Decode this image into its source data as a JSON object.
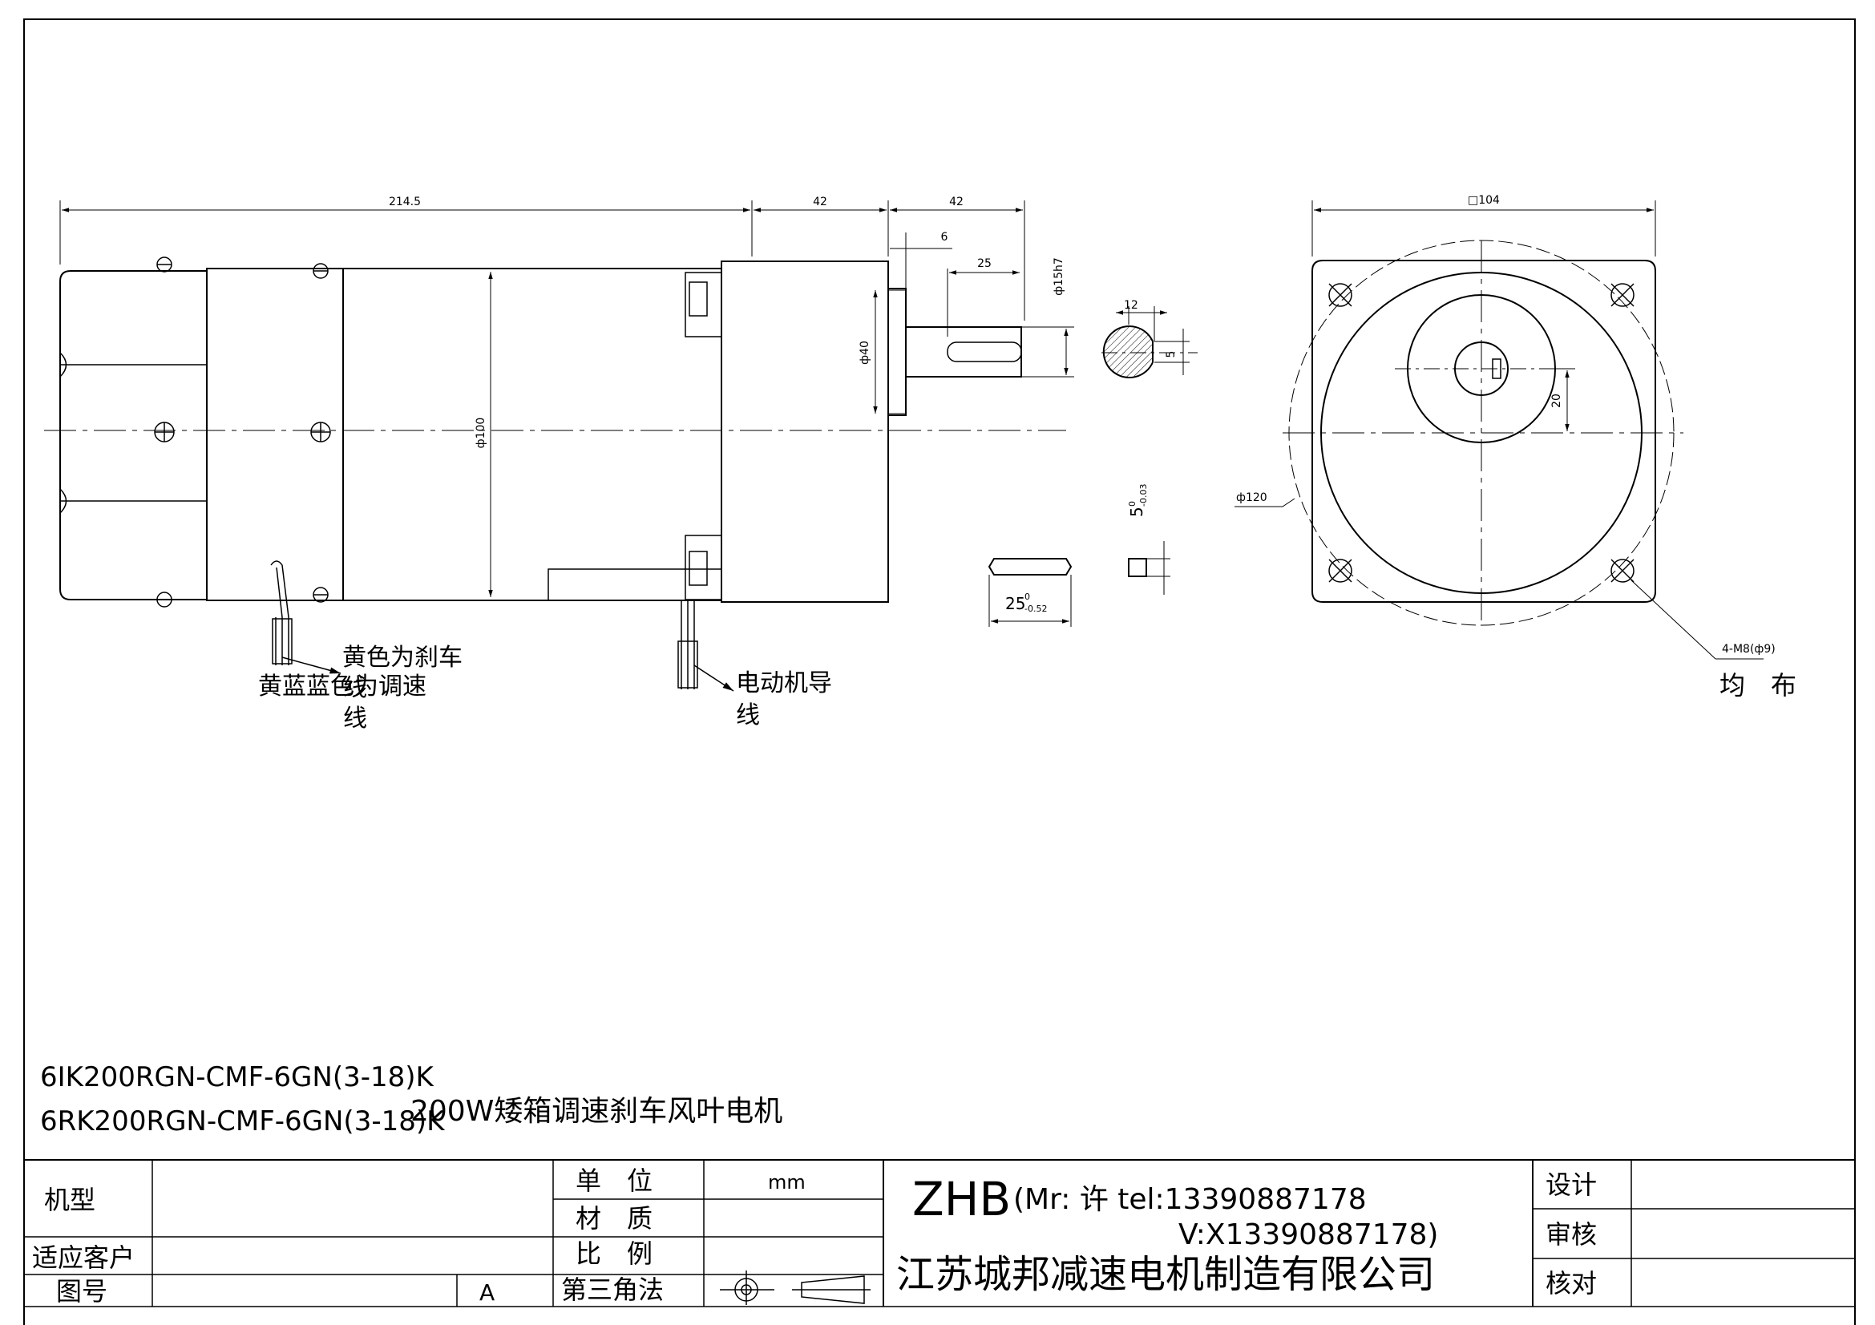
{
  "dimensions": {
    "overall_length": "214.5",
    "gearbox_length": "42",
    "shaft_length": "42",
    "shaft_step": "6",
    "key_length": "25",
    "shaft_diameter": "ф15h7",
    "pilot_diameter": "ф40",
    "body_diameter": "ф100",
    "key_width": "12",
    "key_depth": "5",
    "flange_square": "□104",
    "bolt_circle": "ф120",
    "shaft_offset": "20",
    "mount_holes": "4-M8(ф9)",
    "key_thickness_main": "5",
    "key_thickness_upper": "0",
    "key_thickness_lower": "-0.03",
    "key_part_main": "25",
    "key_part_upper": "0",
    "key_part_lower": "-0.52"
  },
  "labels": {
    "brake_line_a": "黄色为刹车",
    "brake_line_b": "线",
    "speed_line_a": "黄蓝蓝色为调速",
    "speed_line_b": "线",
    "motor_lead_a": "电动机导",
    "motor_lead_b": "线",
    "evenly_spaced": "均　布"
  },
  "models": {
    "model_1": "6IK200RGN-CMF-6GN(3-18)K",
    "model_2": "6RK200RGN-CMF-6GN(3-18)K",
    "description": "200W矮箱调速刹车风叶电机"
  },
  "title_block": {
    "model_label": "机型",
    "customer_label": "适应客户",
    "drawing_no_label": "图号",
    "drawing_no_value": "A",
    "unit_label": "单　位",
    "unit_value": "mm",
    "material_label": "材　质",
    "scale_label": "比　例",
    "projection_label": "第三角法",
    "brand": "ZHB",
    "contact_1": "(Mr: 许 tel:13390887178",
    "contact_2": "V:X13390887178)",
    "company": "江苏城邦减速电机制造有限公司",
    "design_label": "设计",
    "review_label": "审核",
    "check_label": "核对"
  },
  "colors": {
    "line": "#000000",
    "background": "#ffffff"
  }
}
